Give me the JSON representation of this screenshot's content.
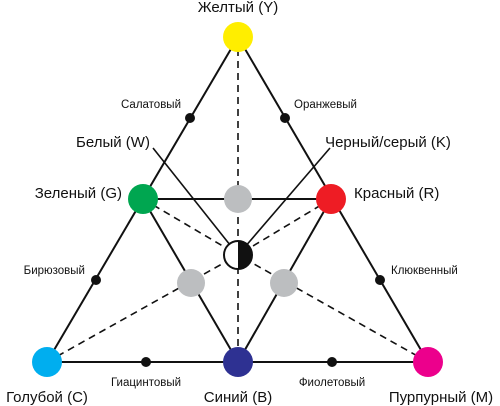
{
  "diagram": {
    "colors": {
      "yellow": "#ffee00",
      "green": "#00a650",
      "red": "#ee1c24",
      "cyan": "#00aeef",
      "blue": "#2e3192",
      "magenta": "#ec008c",
      "gray": "#bcbec0",
      "black": "#111111",
      "white": "#ffffff"
    },
    "labels": {
      "yellow": "Желтый (Y)",
      "green": "Зеленый (G)",
      "red": "Красный (R)",
      "cyan": "Голубой (C)",
      "blue": "Синий (B)",
      "magenta": "Пурпурный (M)",
      "white": "Белый (W)",
      "black_gray": "Черный/серый (K)",
      "lime": "Салатовый",
      "orange": "Оранжевый",
      "turquoise": "Бирюзовый",
      "cranberry": "Клюквенный",
      "hyacinth": "Гиацинтовый",
      "violet": "Фиолетовый"
    }
  }
}
